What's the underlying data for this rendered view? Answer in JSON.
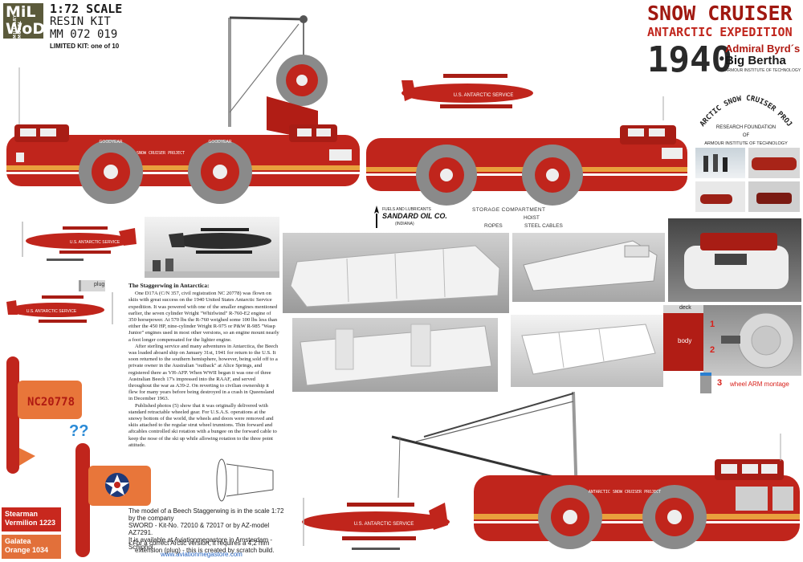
{
  "header": {
    "logo_line1": "MiL",
    "logo_line2": "WoD",
    "logo_vertical": "MILITARY MODEL",
    "scale": "1:72 SCALE",
    "kit_type": "RESIN KIT",
    "kit_number": "MM 072 019",
    "limited": "LIMITED KIT: one of 10"
  },
  "title": {
    "line1": "SNOW CRUISER",
    "line2": "ANTARCTIC EXPEDITION",
    "year": "1940",
    "admiral": "Admiral Byrd´s",
    "nickname": "Big Bertha",
    "institute": "ARMOUR INSTITUTE OF TECHNOLOGY"
  },
  "emblem": {
    "arc": "ANTARCTIC SNOW CRUISER PROJECT",
    "line1": "RESEARCH FOUNDATION",
    "line2": "OF",
    "line3": "ARMOUR INSTITUTE OF TECHNOLOGY"
  },
  "vehicle_markings": {
    "fuselage": "U.S. ANTARCTIC SERVICE",
    "tyre": "GOODYEAR",
    "registration": "NC20778"
  },
  "sponsor": {
    "small": "FUELS AND LUBRICANTS",
    "name": "SANDARD OIL CO.",
    "region": "(INDIANA)"
  },
  "labels": {
    "storage": "STORAGE COMPARTMENT",
    "hoist": "HOIST",
    "ropes": "ROPES",
    "cables": "STEEL CABLES",
    "plug": "plug",
    "deck": "deck",
    "body": "body",
    "num1": "1",
    "num2": "2",
    "num3": "3",
    "wheel_arm": "wheel ARM montage",
    "question": "??"
  },
  "article": {
    "heading": "The Staggerwing in Antarctica:",
    "p1": "One D17A (C/N 357, civil registration NC 20778) was flown on skiis with great success on the 1940 United States Antarctic Service expedition. It was powered with one of the smaller engines mentioned earlier, the seven cylinder Wright \"Whirlwind\" R-760-E2 engine of 350 horsepower. At 570 lbs the R-760 weighed some 100 lbs less than either the 450 HP, nine-cylinder Wright R-975 or P&W R-985 \"Wasp Junior\" engines used in most other versions, so an engine mount nearly a foot longer compensated for the lighter engine.",
    "p2": "After sterling service and many adventures in Antarctica, the Beech was loaded aboard ship on January 31st, 1941 for return to the U.S. It soon returned to the southern hemisphere, however, being sold off to a private owner in the Australian \"outback\" at Alice Springs, and registered there as VH-AFP. When WWII began it was one of three Australian Beech 17's impressed into the RAAF, and served throughout the war as A39-2. On reverting to civilian ownership it flew for many years before being destroyed in a crash in Queensland in December 1963.",
    "p3": "Published photos (5) show that it was originally delivered with standard retractable wheeled gear. For U.S.A.S. operations at the snowy bottom of the world, the wheels and doors were removed and skiis attached to the regular strut wheel trunnions. Thin forward and aftcables controlled ski rotation with a bungee on the forward cable to keep the nose of the ski up while allowing rotation to the three point attitude."
  },
  "model_note": {
    "line1": "The model of a Beech Staggerwing is in the scale 1:72 by the company",
    "line2": "SWORD - Kit-No. 72010 & 72017 or by AZ-model AZ7291.",
    "line3": "It is available at Aviationmegastore in Amsterdam - Schiphol.",
    "link": "www.aviationmegastore.com"
  },
  "arctic_note": {
    "line1": "For a correct Arctic version, it requires a 4,2 mm",
    "line2": "extension (plug) - this is created by scratch build."
  },
  "swatches": [
    {
      "line1": "Stearman",
      "line2": "Vermilion 1223",
      "color": "#c8281e"
    },
    {
      "line1": "Galatea",
      "line2": "Orange 1034",
      "color": "#e2703a"
    }
  ],
  "colors": {
    "vermilion": "#c0251c",
    "dark_red": "#8f1612",
    "orange": "#e8763a",
    "stripe_orange": "#e9a03d",
    "logo_olive": "#5b5a3b",
    "tyre_grey": "#8a8a8a",
    "link_blue": "#1f5fbf",
    "question_blue": "#2a8ad6"
  }
}
